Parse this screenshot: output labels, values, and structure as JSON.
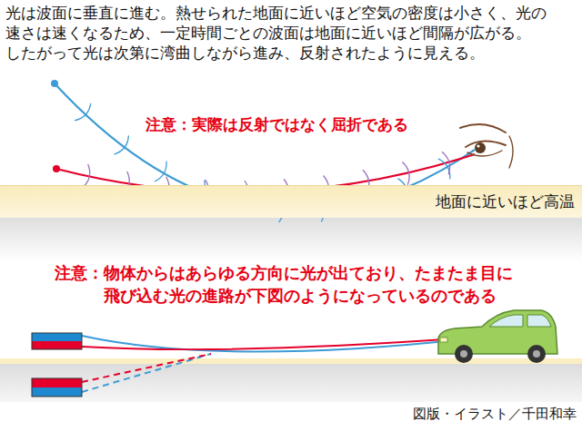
{
  "diagram": {
    "nodes": [
      {
        "text": [
          "地面に近いほど高温"
        ]
      }
    ],
    "labels": [
      "光は波面に垂直に進む。熱せられた地面に近いほど空気の密度は小さく、光の 速さは速くなるため、一定時間ごとの波面は地面に近いほど間隔が広がる。 したがって光は次第に湾曲しながら進み、反射されたように見える。",
      "注意：実際は反射ではなく屈折である",
      "注意：物体からはあらゆる方向に光が出ており、たまたま目に 飛び込む光の進路が下図のようになっているのである",
      "図版・イラスト／千田和幸"
    ]
  }
}
